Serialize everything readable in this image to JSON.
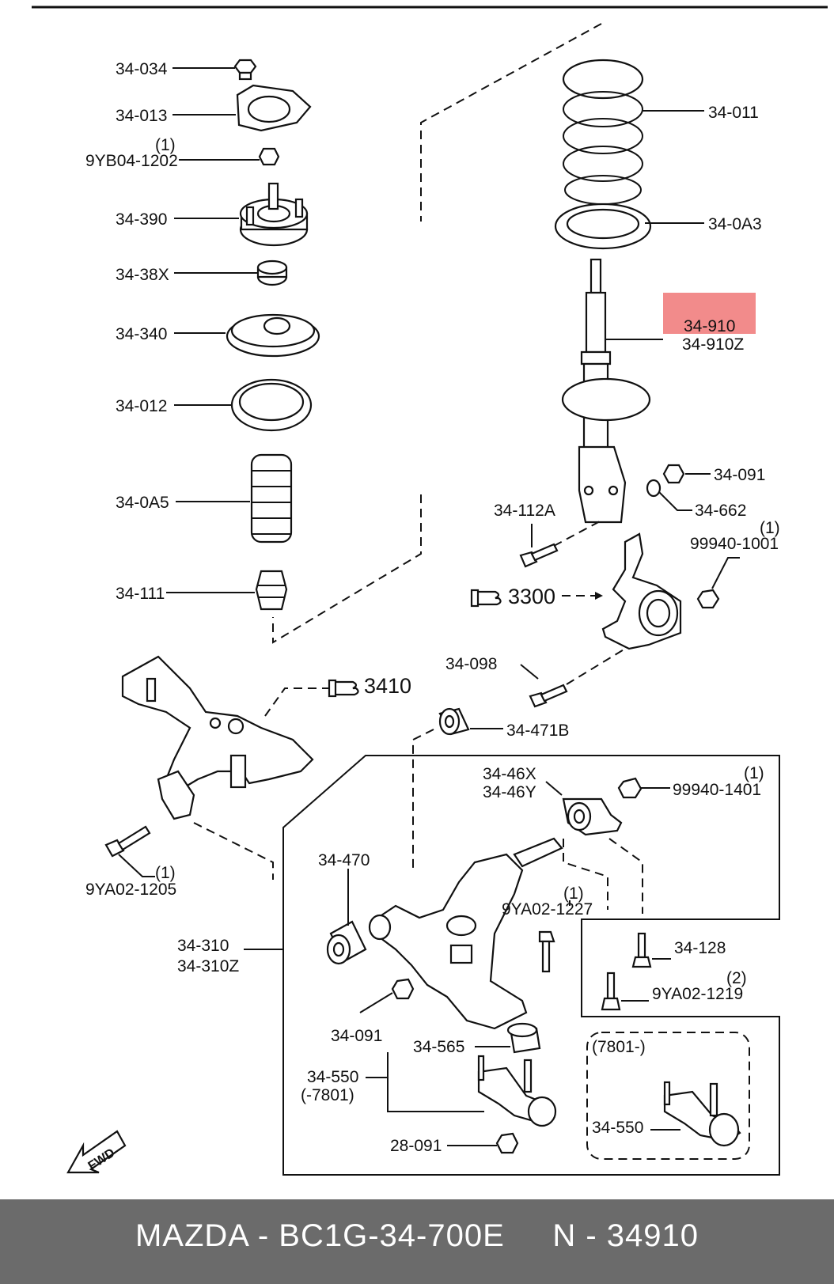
{
  "diagram": {
    "parts": {
      "p34_034": "34-034",
      "p34_013": "34-013",
      "p9yb04_1202_qty": "(1)",
      "p9yb04_1202": "9YB04-1202",
      "p34_390": "34-390",
      "p34_38x": "34-38X",
      "p34_340": "34-340",
      "p34_012": "34-012",
      "p34_0a5": "34-0A5",
      "p34_111": "34-111",
      "p34_011": "34-011",
      "p34_0a3": "34-0A3",
      "p34_910": "34-910",
      "p34_910z": "34-910Z",
      "p34_091_top": "34-091",
      "p34_662": "34-662",
      "p34_112a": "34-112A",
      "p99940_1001_qty": "(1)",
      "p99940_1001": "99940-1001",
      "ref_3300": "3300",
      "p34_098": "34-098",
      "ref_3410": "3410",
      "p34_471b": "34-471B",
      "p34_46x": "34-46X",
      "p34_46y": "34-46Y",
      "p99940_1401_qty": "(1)",
      "p99940_1401": "99940-1401",
      "p9ya02_1205_qty": "(1)",
      "p9ya02_1205": "9YA02-1205",
      "p34_470": "34-470",
      "p9ya02_1227_qty": "(1)",
      "p9ya02_1227": "9YA02-1227",
      "p34_310": "34-310",
      "p34_310z": "34-310Z",
      "p34_128": "34-128",
      "p9ya02_1219_qty": "(2)",
      "p9ya02_1219": "9YA02-1219",
      "p34_091_bottom": "34-091",
      "p34_565": "34-565",
      "range_7801_from": "(7801-)",
      "p34_550": "34-550",
      "range_7801_to": "(-7801)",
      "p34_550_alt": "34-550",
      "p28_091": "28-091",
      "fwd": "FWD"
    },
    "highlight_color": "#f28b8b"
  },
  "footer": {
    "text": "MAZDA - BC1G-34-700E     N - 34910",
    "background": "#6b6b6b"
  }
}
